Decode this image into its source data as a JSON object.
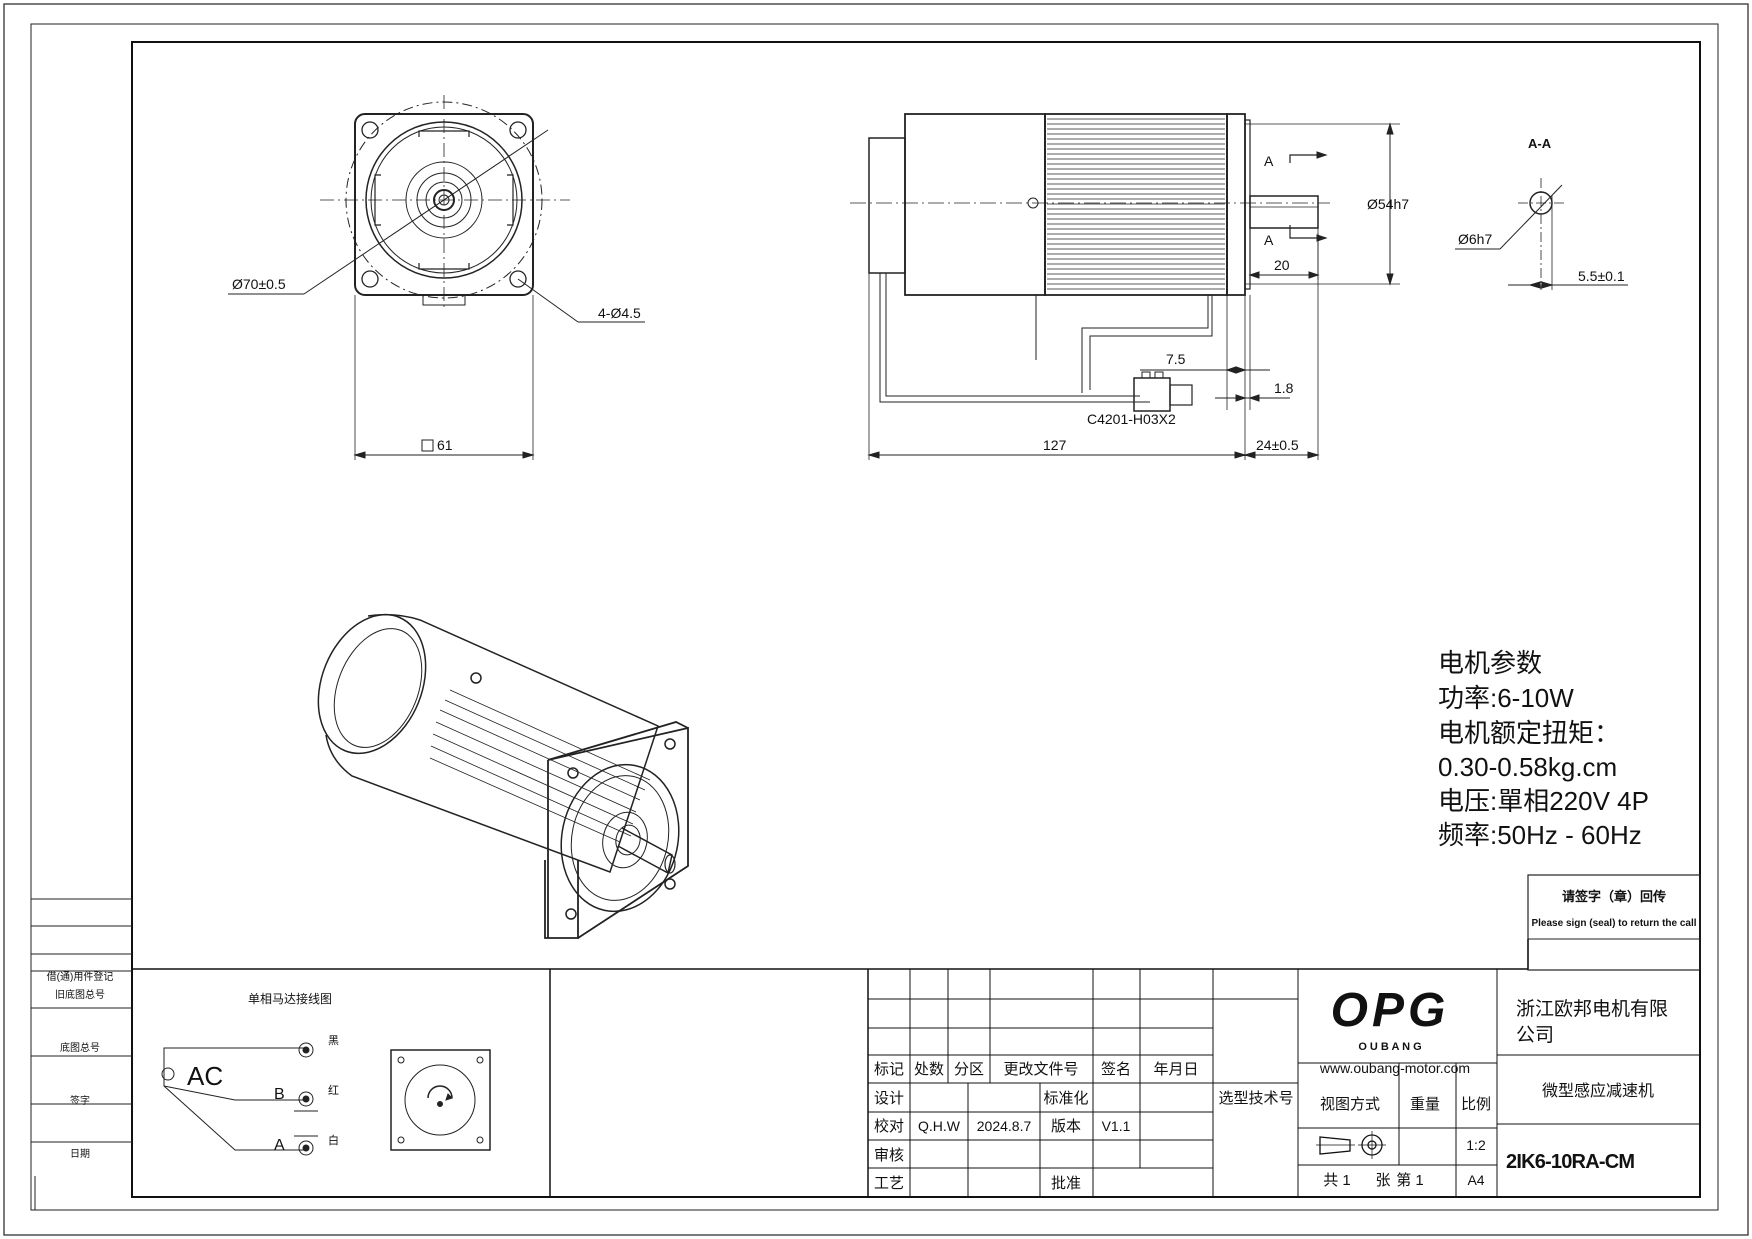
{
  "front_view": {
    "diameter_label": "Ø70±0.5",
    "holes_label": "4-Ø4.5",
    "square_label": "61"
  },
  "side_view": {
    "shaft_diameter": "Ø54h7",
    "section_mark": "A",
    "length_20": "20",
    "dim_7_5": "7.5",
    "dim_1_8": "1.8",
    "connector": "C4201-H03X2",
    "length_127": "127",
    "length_24": "24±0.5"
  },
  "section_view": {
    "title": "A-A",
    "shaft": "Ø6h7",
    "flat": "5.5±0.1"
  },
  "params": {
    "title": "电机参数",
    "power": "功率:6-10W",
    "torque_label": "电机额定扭矩：",
    "torque_value": "0.30-0.58kg.cm",
    "voltage": "电压:單相220V 4P",
    "frequency": "频率:50Hz - 60Hz"
  },
  "seal_box": {
    "cn": "请签字（章）回传",
    "en": "Please sign (seal) to return the call"
  },
  "left_strip": {
    "r1": "借(通)用件登记",
    "r2": "旧底图总号",
    "r3": "底图总号",
    "r4": "签字",
    "r5": "日期"
  },
  "wiring": {
    "title": "单相马达接线图",
    "ac": "AC",
    "black": "黑",
    "red": "红",
    "white": "白",
    "b": "B",
    "a": "A"
  },
  "title_block": {
    "h_mark": "标记",
    "h_count": "处数",
    "h_zone": "分区",
    "h_doc": "更改文件号",
    "h_sign": "签名",
    "h_date": "年月日",
    "design": "设计",
    "check": "校对",
    "checker": "Q.H.W",
    "check_date": "2024.8.7",
    "standard": "标准化",
    "version_label": "版本",
    "version": "V1.1",
    "review": "审核",
    "process": "工艺",
    "approve": "批准",
    "selection": "选型技术号",
    "logo": "OPG",
    "logo_sub": "O U B A N G",
    "website": "www.oubang-motor.com",
    "view_method": "视图方式",
    "weight": "重量",
    "ratio_label": "比例",
    "ratio": "1:2",
    "sheets_total": "共 1",
    "sheet_word": "张",
    "sheet_no": "第 1",
    "paper": "A4",
    "company": "浙江欧邦电机有限公司",
    "company_l1": "浙江欧邦电机有限",
    "company_l2": "公司",
    "product": "微型感应减速机",
    "model": "2IK6-10RA-CM"
  }
}
